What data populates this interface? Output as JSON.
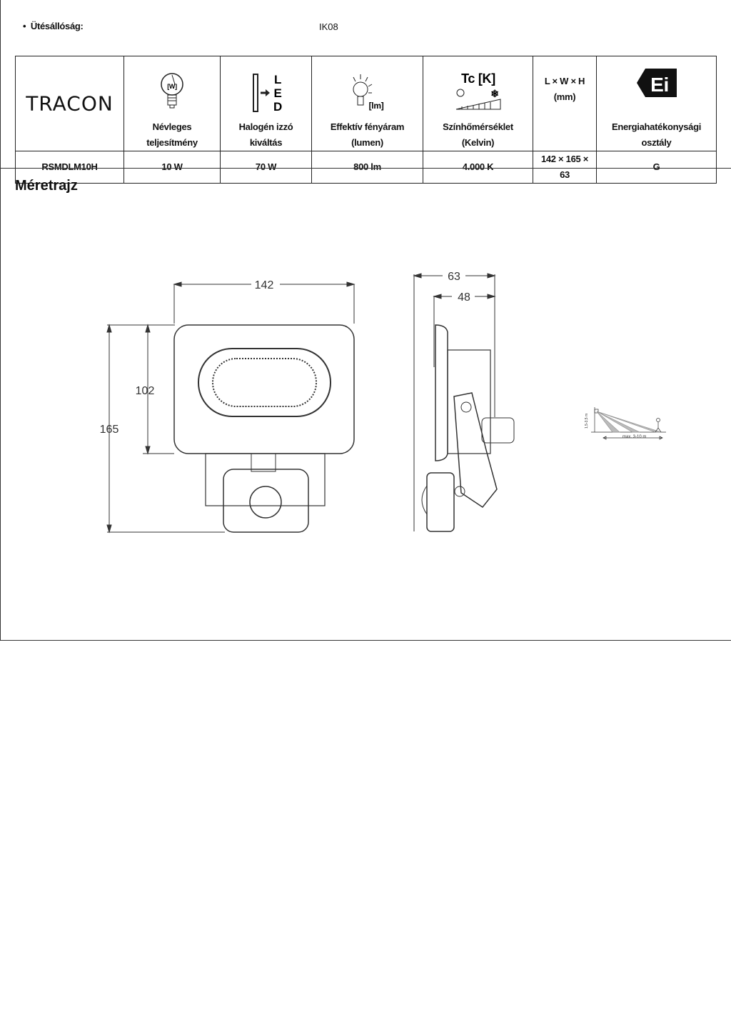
{
  "spec": {
    "label": "Ütésállóság:",
    "value": "IK08"
  },
  "table": {
    "logo": "TRACON",
    "headers": [
      [
        "Névleges",
        "teljesítmény"
      ],
      [
        "Halogén izzó",
        "kiváltás"
      ],
      [
        "Effektív fényáram",
        "(lumen)"
      ],
      [
        "Színhőmérséklet",
        "(Kelvin)"
      ],
      [
        "L × W × H",
        "(mm)"
      ],
      [
        "Energiahatékonysági",
        "osztály"
      ]
    ],
    "icon_text": {
      "watt": "[W]",
      "led": [
        "L",
        "E",
        "D"
      ],
      "lumen": "[lm]",
      "tc": "Tc [K]",
      "ei": "Ei"
    },
    "row": [
      "RSMDLM10H",
      "10 W",
      "70 W",
      "800 lm",
      "4.000 K",
      "142 × 165 × 63",
      "G"
    ]
  },
  "section_title": "Méretrajz",
  "drawing": {
    "width": "142",
    "height_front": "102",
    "height_total": "165",
    "depth_total": "63",
    "depth_body": "48",
    "sensor_height": "1,5-3,5 m",
    "sensor_range": "max. 3-10 m"
  }
}
